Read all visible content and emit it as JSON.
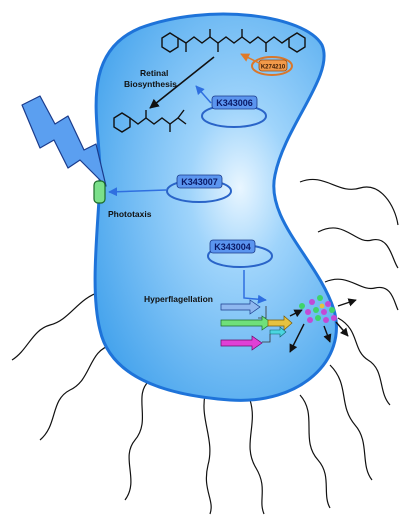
{
  "labels": {
    "retinal_line1": "Retinal",
    "retinal_line2": "Biosynthesis",
    "phototaxis": "Phototaxis",
    "hyperflagellation": "Hyperflagellation"
  },
  "plasmids": {
    "k343006": "K343006",
    "k343007": "K343007",
    "k343004": "K343004",
    "k274210": "K274210"
  },
  "colors": {
    "cell_fill": "#5ab4f2",
    "cell_outline": "#1e73d9",
    "arrow_blue": "#2f6fe0",
    "plasmid_ring": "#2a64c8",
    "plasmid_tag": "#5b95ef",
    "orange_ring": "#d9772b",
    "orange_tag": "#f29a4a",
    "sensor_green": "#7be08a",
    "lightning_fill": "#5b9ff0"
  }
}
